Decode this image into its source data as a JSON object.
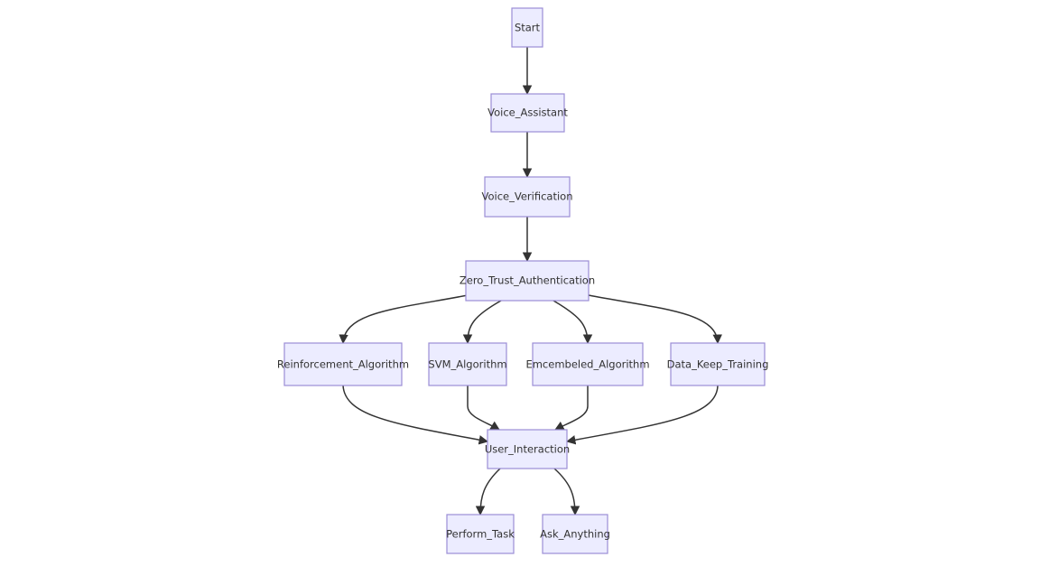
{
  "diagram": {
    "type": "flowchart",
    "nodes": {
      "start": "Start",
      "voice_assistant": "Voice_Assistant",
      "voice_verification": "Voice_Verification",
      "zero_trust_authentication": "Zero_Trust_Authentication",
      "reinforcement_algorithm": "Reinforcement_Algorithm",
      "svm_algorithm": "SVM_Algorithm",
      "emcembeled_algorithm": "Emcembeled_Algorithm",
      "data_keep_training": "Data_Keep_Training",
      "user_interaction": "User_Interaction",
      "perform_task": "Perform_Task",
      "ask_anything": "Ask_Anything"
    },
    "edges": [
      {
        "from": "start",
        "to": "voice_assistant"
      },
      {
        "from": "voice_assistant",
        "to": "voice_verification"
      },
      {
        "from": "voice_verification",
        "to": "zero_trust_authentication"
      },
      {
        "from": "zero_trust_authentication",
        "to": "reinforcement_algorithm"
      },
      {
        "from": "zero_trust_authentication",
        "to": "svm_algorithm"
      },
      {
        "from": "zero_trust_authentication",
        "to": "emcembeled_algorithm"
      },
      {
        "from": "zero_trust_authentication",
        "to": "data_keep_training"
      },
      {
        "from": "reinforcement_algorithm",
        "to": "user_interaction"
      },
      {
        "from": "svm_algorithm",
        "to": "user_interaction"
      },
      {
        "from": "emcembeled_algorithm",
        "to": "user_interaction"
      },
      {
        "from": "data_keep_training",
        "to": "user_interaction"
      },
      {
        "from": "user_interaction",
        "to": "perform_task"
      },
      {
        "from": "user_interaction",
        "to": "ask_anything"
      }
    ]
  }
}
